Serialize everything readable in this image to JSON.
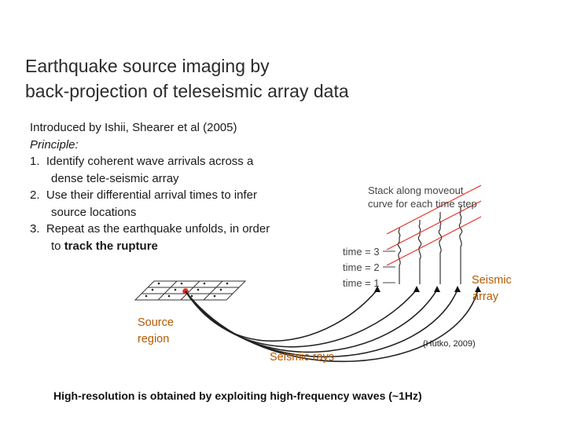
{
  "title": {
    "line1": "Earthquake source imaging by",
    "line2": "back-projection of teleseismic array data"
  },
  "body": {
    "intro": "Introduced by Ishii, Shearer et al (2005)",
    "principle": "Principle:",
    "items": [
      {
        "num": "1.",
        "line1": "Identify coherent wave arrivals across a",
        "line2": "dense tele-seismic array"
      },
      {
        "num": "2.",
        "line1": "Use their differential arrival times to infer",
        "line2": "source locations"
      },
      {
        "num": "3.",
        "line1": "Repeat as the earthquake unfolds, in order",
        "line2_prefix": "to ",
        "line2_bold": "track the rupture"
      }
    ]
  },
  "diagram": {
    "stack_label_line1": "Stack along moveout",
    "stack_label_line2": "curve for each time step",
    "time_labels": [
      "time = 3",
      "time = 2",
      "time = 1"
    ],
    "seismic_array_line1": "Seismic",
    "seismic_array_line2": "array",
    "source_region_line1": "Source",
    "source_region_line2": "region",
    "seismic_rays": "Seismic rays",
    "citation": "(Hutko, 2009)",
    "colors": {
      "accent": "#b35a00",
      "moveout": "#e0301e",
      "source": "#e0301e"
    }
  },
  "footer": "High-resolution is obtained by exploiting high-frequency waves (~1Hz)"
}
